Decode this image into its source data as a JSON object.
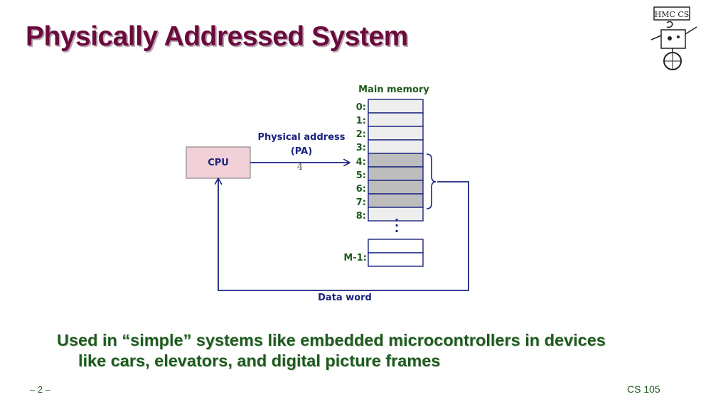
{
  "slide": {
    "title": "Physically Addressed System",
    "bullet_line1": "Used in “simple” systems like embedded microcontrollers in devices",
    "bullet_line2": "like cars, elevators, and digital picture frames",
    "page_number": "– 2 –",
    "course": "CS 105"
  },
  "logo": {
    "text": "HMC CS"
  },
  "diagram": {
    "main_memory_label": "Main memory",
    "cpu_label": "CPU",
    "physical_address_label_line1": "Physical address",
    "physical_address_label_line2": "(PA)",
    "physical_address_value": "4",
    "data_word_label": "Data word",
    "addresses": [
      "0:",
      "1:",
      "2:",
      "3:",
      "4:",
      "5:",
      "6:",
      "7:",
      "8:"
    ],
    "last_address": "M-1:",
    "highlighted_cells": [
      4,
      5,
      6,
      7
    ],
    "colors": {
      "cell_fill": "#eeeeee",
      "highlight_fill": "#bdbdbd",
      "cpu_fill": "#f2d0d8",
      "arrow": "#1a237e"
    }
  }
}
